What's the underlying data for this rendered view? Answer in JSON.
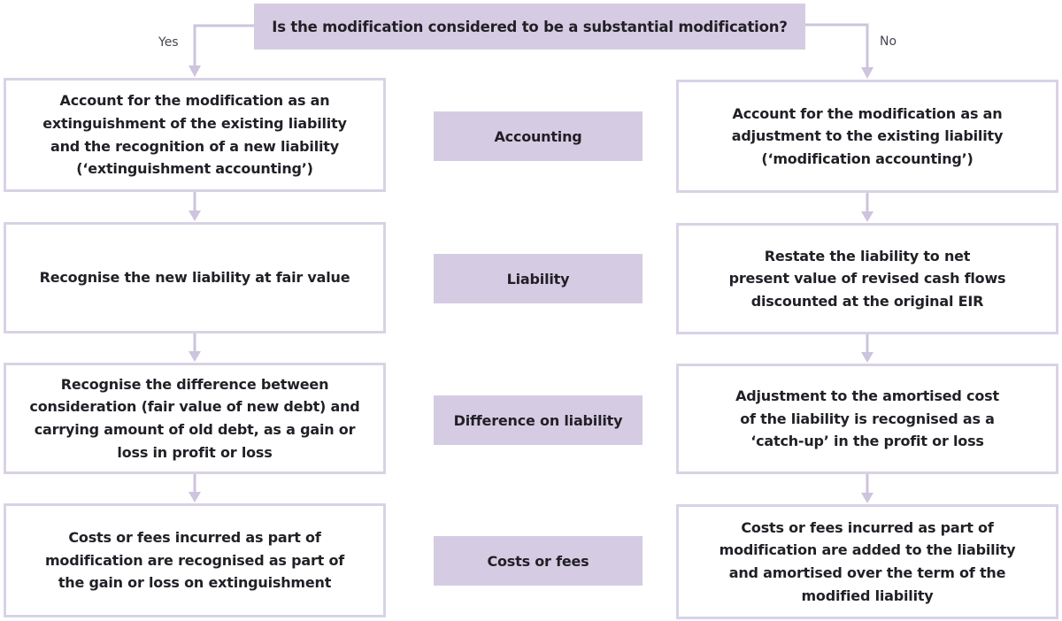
{
  "title": "Is the modification considered to be a substantial modification?",
  "branch": {
    "yes_label": "Yes",
    "no_label": "No"
  },
  "rows": [
    {
      "label": "Accounting",
      "yes": "Account for the modification as an\nextinguishment of the existing liability\nand the recognition of a new liability\n(‘extinguishment accounting’)",
      "no": "Account for the modification as an\nadjustment to the existing liability\n(‘modification accounting’)"
    },
    {
      "label": "Liability",
      "yes": "Recognise the new liability at fair value",
      "no": "Restate the liability to net\npresent value of revised cash flows\ndiscounted at the original EIR"
    },
    {
      "label": "Difference on liability",
      "yes": "Recognise the difference between\nconsideration (fair value of new debt) and\ncarrying amount of old debt, as a gain or\nloss in profit or loss",
      "no": "Adjustment to the amortised cost\nof the liability is recognised as a\n‘catch-up’ in the profit or loss"
    },
    {
      "label": "Costs or fees",
      "yes": "Costs or fees incurred as part of\nmodification are recognised as part of\nthe gain or loss on extinguishment",
      "no": "Costs or fees incurred as part of\nmodification are added to the liability\nand amortised over the term of the\nmodified liability"
    }
  ],
  "colors": {
    "purple_fill": "#d5cce3",
    "box_border": "#d9d2e6",
    "connector": "#cdc4dd",
    "text": "#221f26"
  }
}
